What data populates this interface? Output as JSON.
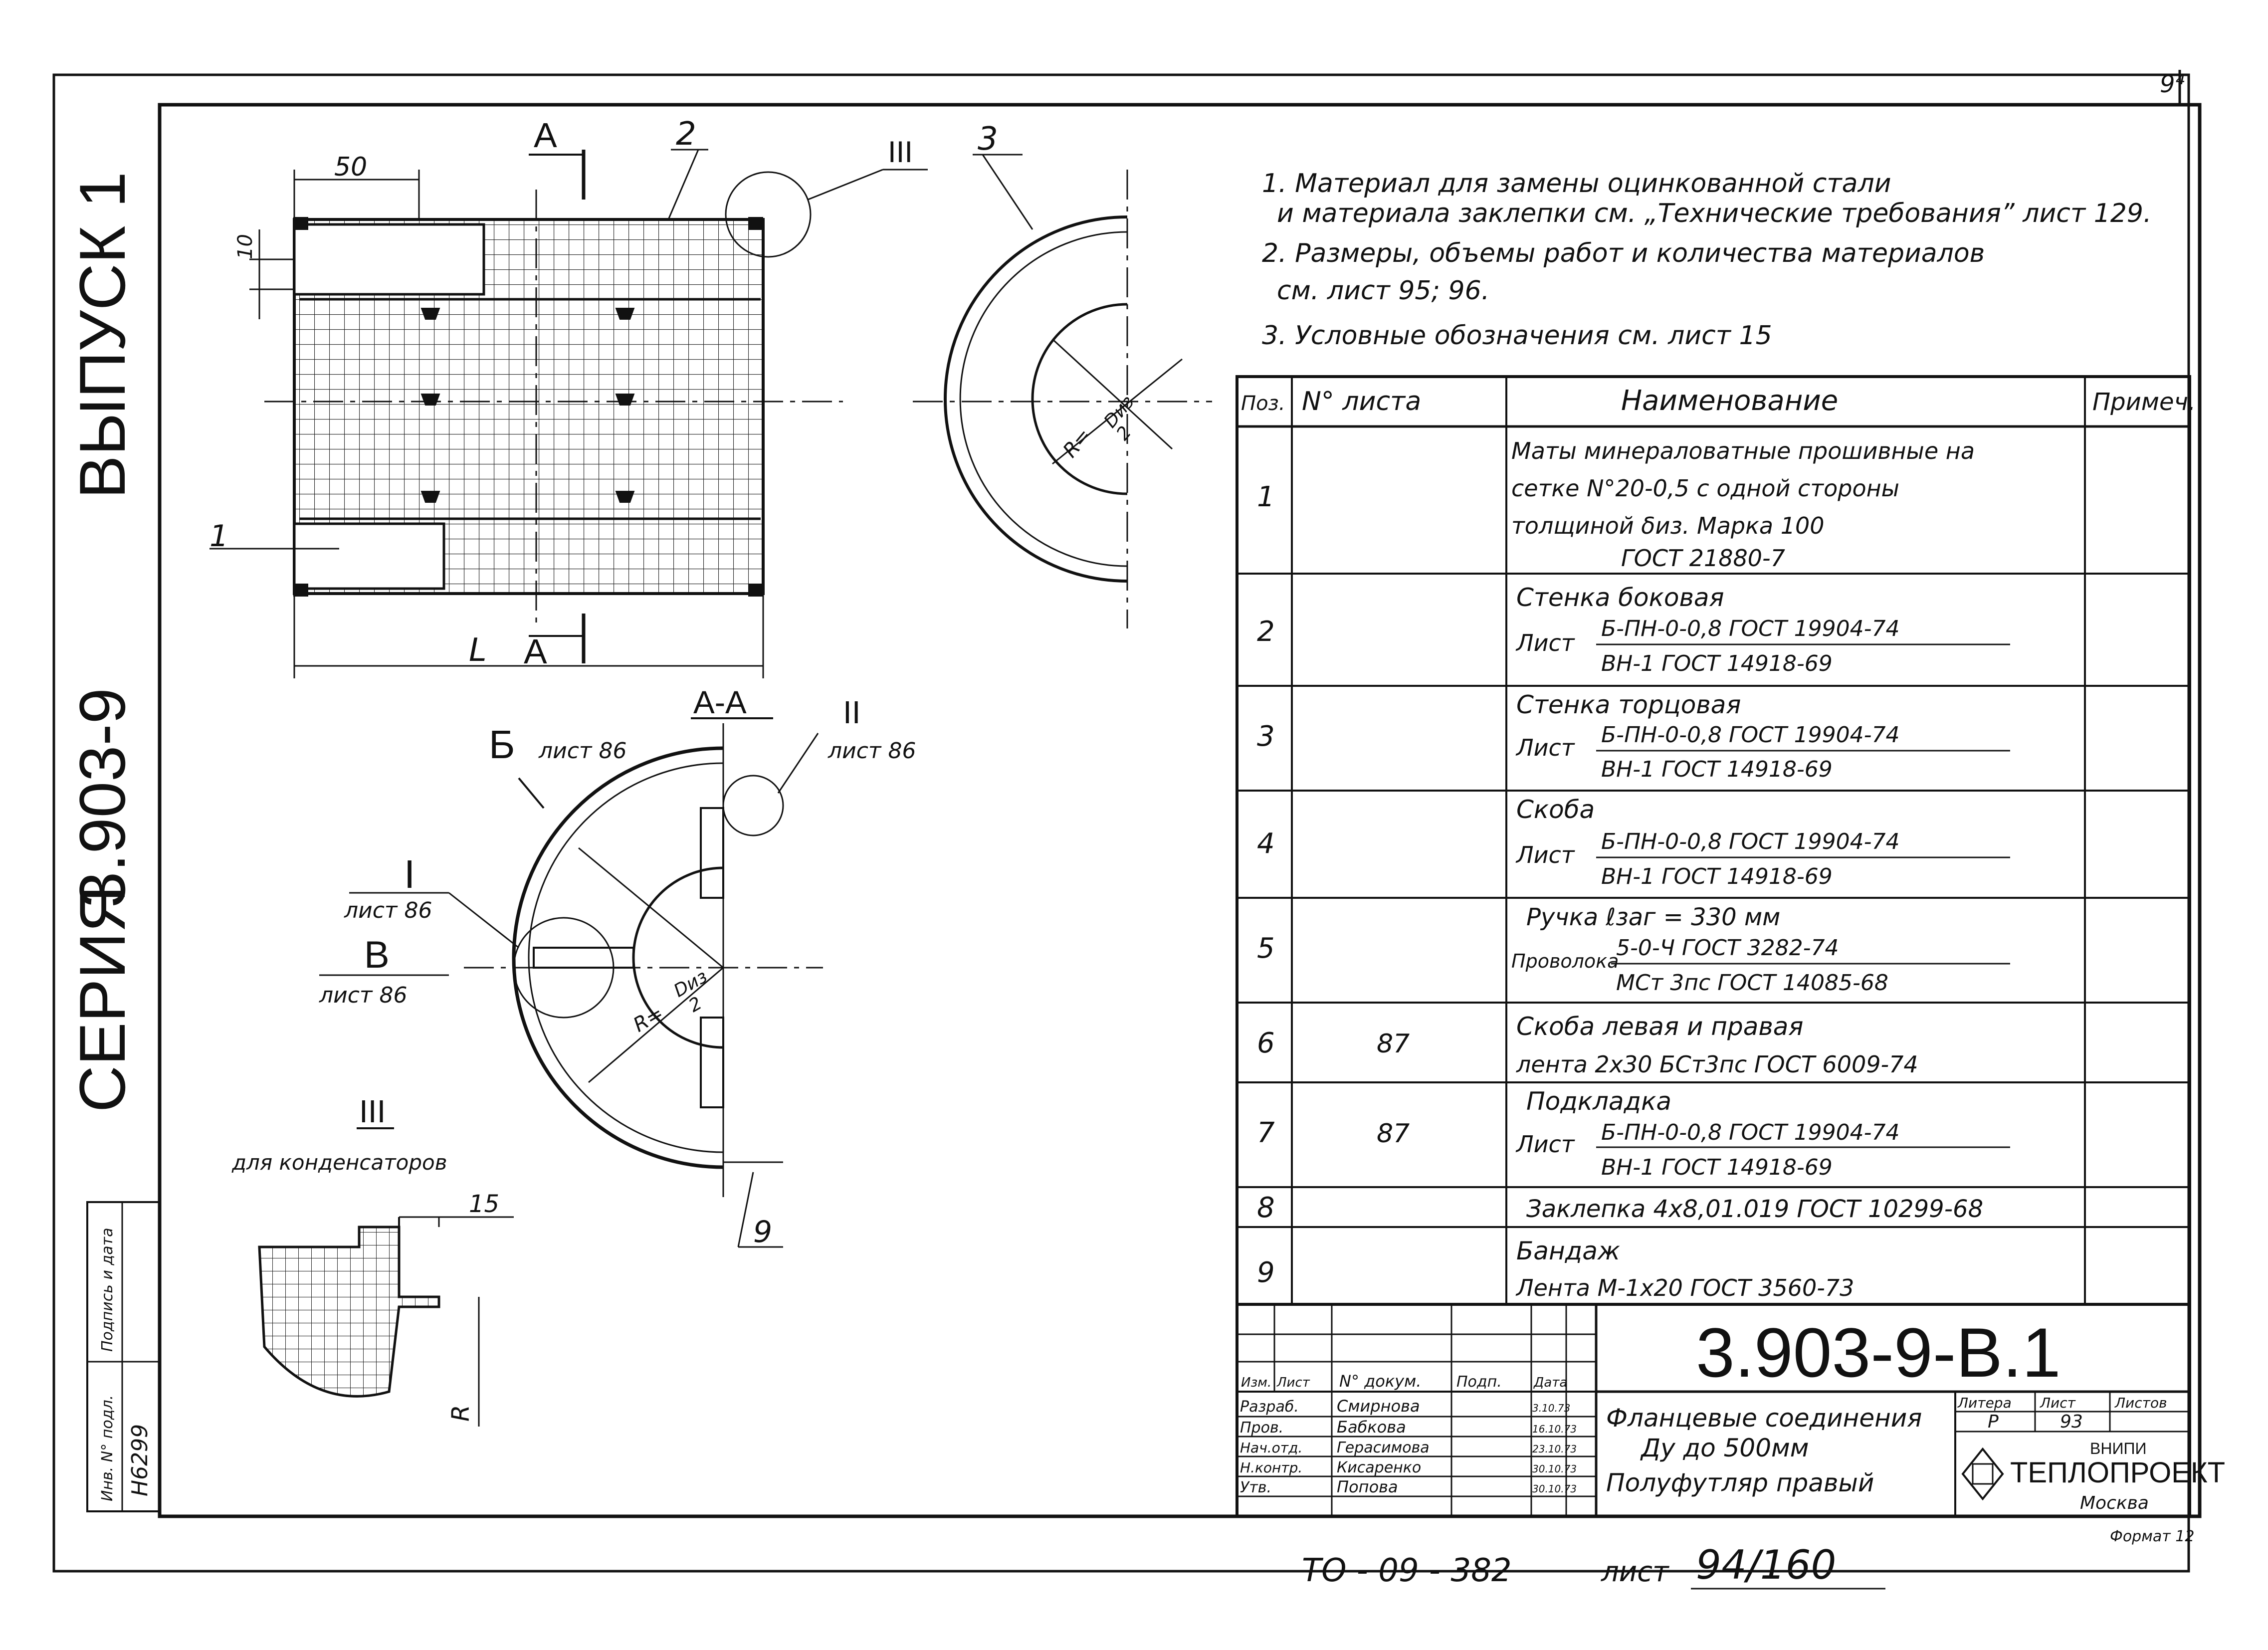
{
  "stamp_corner": "9⁴",
  "series_label": "СЕРИЯ",
  "series_number": "3.903-9",
  "issue_label": "ВЫПУСК 1",
  "notes": [
    "1. Материал для замены оцинкованной стали",
    "и материала заклепки см. „Технические требования” лист 129.",
    "2. Размеры, объемы работ и количества материалов",
    "см. лист 95; 96.",
    "3. Условные обозначения   см.  лист 15"
  ],
  "plan_view": {
    "dim_50": "50",
    "dim_10": "10",
    "dim_L": "L",
    "section_mark_top": "А",
    "section_mark_bottom": "А",
    "callout_1": "1",
    "callout_2": "2",
    "callout_III": "III"
  },
  "end_view": {
    "callout_3": "3",
    "radius_label": "R=",
    "dia_label": "Dиз/2",
    "dia_top": "Dиз",
    "dia_bottom": "2"
  },
  "section_view": {
    "title": "А-А",
    "label_B_cyr": "Б",
    "label_B_cyr_ref": "лист 86",
    "label_II": "II",
    "label_II_ref": "лист 86",
    "label_I": "I",
    "label_I_ref": "лист 86",
    "label_V": "В",
    "label_V_ref": "лист 86",
    "radius_label": "R=",
    "dia_top": "Dиз",
    "dia_bottom": "2",
    "callout_9": "9"
  },
  "detail_III": {
    "title": "III",
    "subtitle": "для конденсаторов",
    "dim_15": "15",
    "dim_R": "R"
  },
  "spec_table": {
    "headers": {
      "pos": "Поз.",
      "sheet": "N° листа",
      "name": "Наименование",
      "note": "Примеч."
    },
    "rows": [
      {
        "pos": "1",
        "sheet": "",
        "lines": [
          "Маты минераловатные прошивные на",
          "сетке N°20-0,5 с одной стороны",
          "толщиной δиз. Марка 100",
          "ГОСТ 21880-7"
        ],
        "note": ""
      },
      {
        "pos": "2",
        "sheet": "",
        "lines": [
          "Стенка боковая"
        ],
        "prefix": "Лист",
        "num": "Б-ПН-0-0,8 ГОСТ 19904-74",
        "den": "ВН-1 ГОСТ 14918-69",
        "note": ""
      },
      {
        "pos": "3",
        "sheet": "",
        "lines": [
          "Стенка торцовая"
        ],
        "prefix": "Лист",
        "num": "Б-ПН-0-0,8 ГОСТ 19904-74",
        "den": "ВН-1 ГОСТ 14918-69",
        "note": ""
      },
      {
        "pos": "4",
        "sheet": "",
        "lines": [
          "Скоба"
        ],
        "prefix": "Лист",
        "num": "Б-ПН-0-0,8 ГОСТ 19904-74",
        "den": "ВН-1 ГОСТ 14918-69",
        "note": ""
      },
      {
        "pos": "5",
        "sheet": "",
        "lines": [
          "Ручка ℓзаг = 330 мм"
        ],
        "prefix": "Проволока",
        "num": "5-0-Ч   ГОСТ 3282-74",
        "den": "МСт 3пс ГОСТ 14085-68",
        "note": ""
      },
      {
        "pos": "6",
        "sheet": "87",
        "lines": [
          "Скоба левая и правая",
          "лента  2х30 БСт3пс ГОСТ 6009-74"
        ],
        "note": ""
      },
      {
        "pos": "7",
        "sheet": "87",
        "lines": [
          "Подкладка"
        ],
        "prefix": "Лист",
        "num": "Б-ПН-0-0,8 ГОСТ 19904-74",
        "den": "ВН-1 ГОСТ 14918-69",
        "note": ""
      },
      {
        "pos": "8",
        "sheet": "",
        "lines": [
          "Заклепка 4х8,01.019 ГОСТ 10299-68"
        ],
        "note": ""
      },
      {
        "pos": "9",
        "sheet": "",
        "lines": [
          "Бандаж",
          "Лента  М-1х20 ГОСТ 3560-73"
        ],
        "note": ""
      }
    ]
  },
  "title_block": {
    "doc_code": "3.903-9-В.1",
    "title_lines": [
      "Фланцевые соединения",
      "Ду до 500мм",
      "Полуфутляр правый"
    ],
    "litera_label": "Литера",
    "sheet_label": "Лист",
    "sheets_label": "Листов",
    "litera_value": "Р",
    "sheet_value": "93",
    "org_small": "ВНИПИ",
    "org": "ТЕПЛОПРОЕКТ",
    "city": "Москва",
    "rev_headers": [
      "Изм.",
      "Лист",
      "N° докум.",
      "Подп.",
      "Дата"
    ],
    "signers": [
      {
        "role": "Разраб.",
        "name": "Смирнова",
        "date": "3.10.73"
      },
      {
        "role": "Пров.",
        "name": "Бабкова",
        "date": "16.10.73"
      },
      {
        "role": "Нач.отд.",
        "name": "Герасимова",
        "date": "23.10.73"
      },
      {
        "role": "Н.контр.",
        "name": "Кисаренко",
        "date": "30.10.73"
      },
      {
        "role": "Утв.",
        "name": "Попова",
        "date": "30.10.73"
      }
    ]
  },
  "left_strip": {
    "inv_label": "Инв. N° подл.",
    "sign_label": "Подпись и дата",
    "inv_value": "Н6299"
  },
  "format_label": "Формат 12",
  "bottom_ref": "ТО - 09 - 382",
  "bottom_sheet_label": "лист",
  "bottom_sheet_value": "94/160"
}
